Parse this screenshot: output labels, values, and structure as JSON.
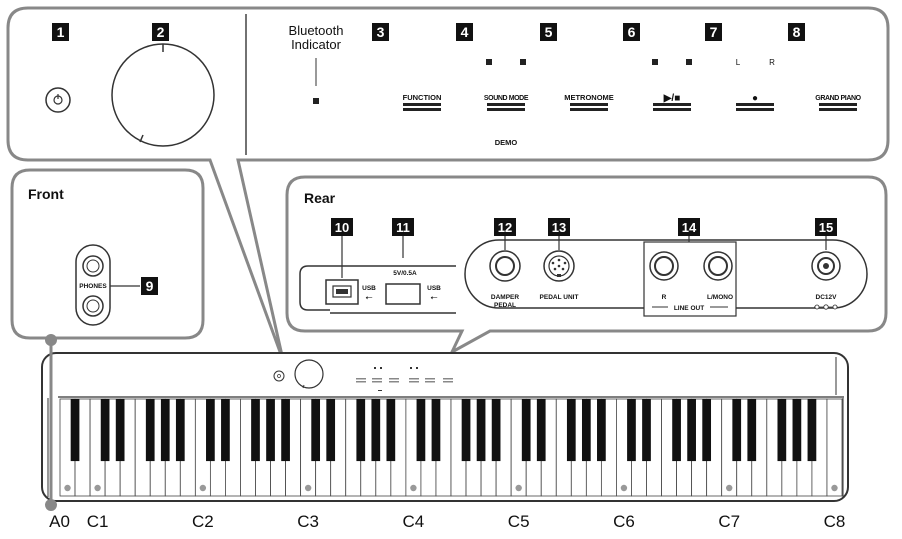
{
  "panel": {
    "bluetooth_label_1": "Bluetooth",
    "bluetooth_label_2": "Indicator",
    "numbers": [
      "1",
      "2",
      "3",
      "4",
      "5",
      "6",
      "7",
      "8"
    ],
    "button_labels": {
      "function": "FUNCTION",
      "sound_mode": "SOUND MODE",
      "metronome": "METRONOME",
      "play_stop": "▶/■",
      "record": "●",
      "grand_piano": "GRAND PIANO"
    },
    "lr_left": "L",
    "lr_right": "R",
    "demo": "DEMO"
  },
  "front": {
    "title": "Front",
    "phones_label": "PHONES",
    "number": "9"
  },
  "rear": {
    "title": "Rear",
    "numbers": [
      "10",
      "11",
      "12",
      "13",
      "14",
      "15"
    ],
    "usb_label_1": "USB",
    "usb_label_2": "USB",
    "usb_rating": "5V/0.5A",
    "damper_1": "DAMPER",
    "damper_2": "PEDAL",
    "pedal_unit": "PEDAL UNIT",
    "line_out_r": "R",
    "line_out_lmono": "L/MONO",
    "line_out": "LINE OUT",
    "dc": "DC12V"
  },
  "keyboard": {
    "octave_labels": [
      "A0",
      "C1",
      "C2",
      "C3",
      "C4",
      "C5",
      "C6",
      "C7",
      "C8"
    ]
  },
  "colors": {
    "outline": "#333333",
    "callout_fill": "#ffffff",
    "badge_fill": "#111111",
    "badge_text": "#ffffff",
    "panel_border": "#888888"
  }
}
